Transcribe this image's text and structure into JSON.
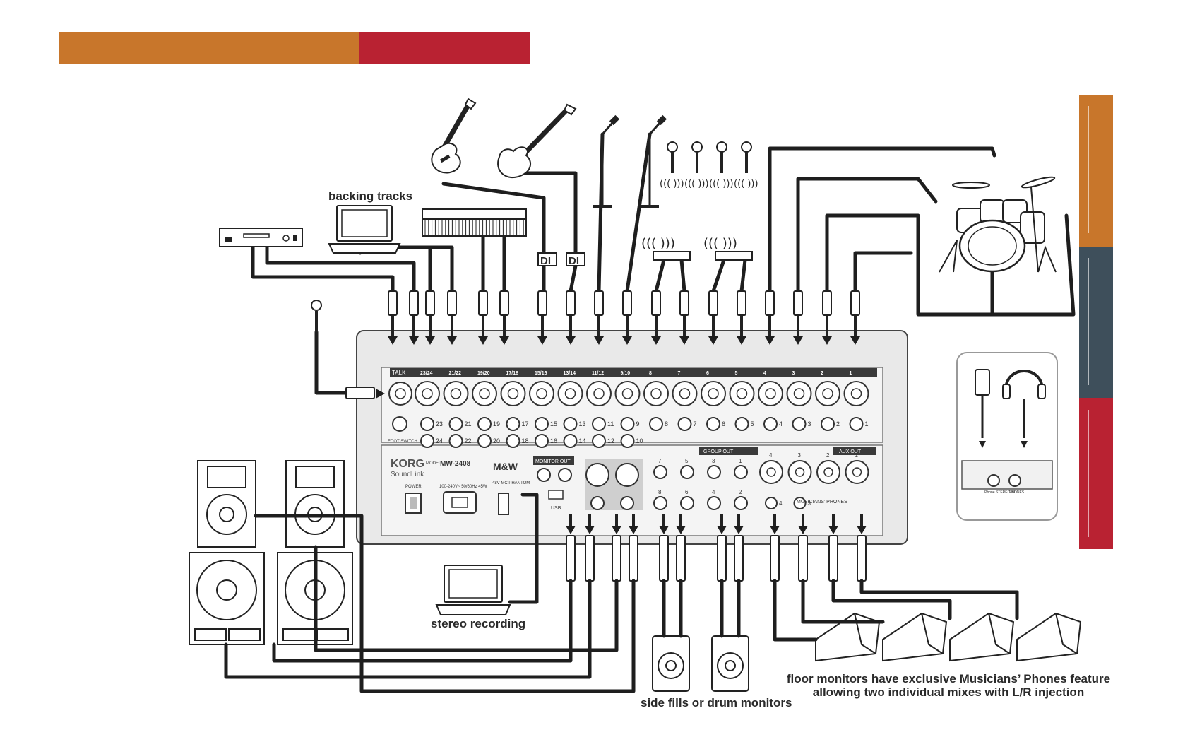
{
  "header": {
    "bar_colors": [
      "#c8762b",
      "#b92232"
    ],
    "side_tab_colors": [
      "#c8762b",
      "#3e4f5b",
      "#b92232"
    ]
  },
  "labels": {
    "backing_tracks": "backing tracks",
    "stereo_recording": "stereo recording",
    "side_fills": "side fills or drum monitors",
    "floor_monitors_line1": "floor monitors have exclusive Musicians’ Phones feature",
    "floor_monitors_line2": "allowing two individual mixes with L/R injection",
    "di_1": "DI",
    "di_2": "DI"
  },
  "mixer": {
    "brand": "KORG",
    "sub_brand": "SoundLink",
    "model_label": "MODEL",
    "model": "MW-2408",
    "collab_brand": "M&W",
    "usb": "USB",
    "monitor_out": "MONITOR OUT",
    "group_out": "GROUP OUT",
    "aux_out": "AUX OUT",
    "talk": "TALK",
    "foot_switch": "FOOT SWITCH",
    "power": "POWER",
    "phantom": "48V MC PHANTOM",
    "voltage": "100-240V~ 50/60Hz 45W",
    "channel_headers": [
      "23/24",
      "21/22",
      "19/20",
      "17/18",
      "15/16",
      "13/14",
      "11/12",
      "9/10",
      "8",
      "7",
      "6",
      "5",
      "4",
      "3",
      "2",
      "1"
    ],
    "line_numbers_top": [
      "23",
      "21",
      "19",
      "17",
      "15",
      "13",
      "11",
      "9",
      "8",
      "7",
      "6",
      "5",
      "4",
      "3",
      "2",
      "1"
    ],
    "line_numbers_bottom": [
      "24",
      "22",
      "20",
      "18",
      "16",
      "14",
      "12",
      "10"
    ],
    "group_numbers": [
      "7",
      "5",
      "3",
      "1",
      "8",
      "6",
      "4",
      "2"
    ],
    "aux_numbers": [
      "4",
      "3",
      "2",
      "1"
    ],
    "aux_phones": [
      "4",
      "3"
    ],
    "musicians_phones": "MUSICIANS' PHONES",
    "phones_panel": [
      "iPhone STEREO IN",
      "PHONES"
    ]
  }
}
